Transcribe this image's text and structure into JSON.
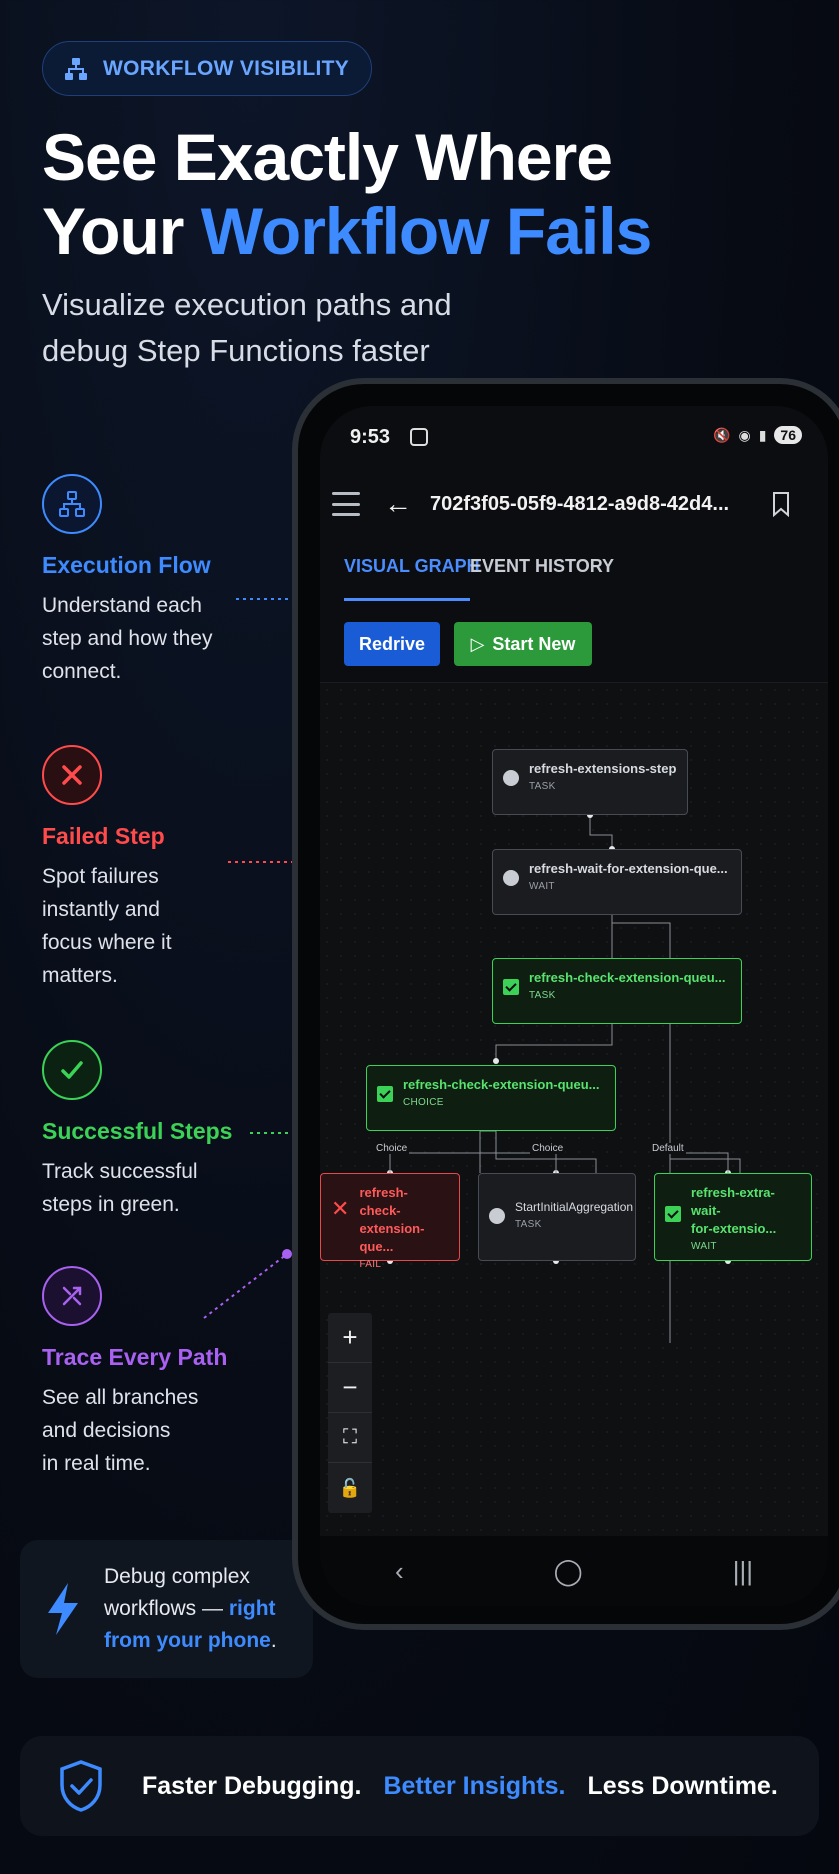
{
  "badge": {
    "label": "WORKFLOW VISIBILITY",
    "icon": "sitemap-icon"
  },
  "headline": {
    "line1": "See Exactly Where",
    "line2_plain": "Your ",
    "line2_accent": "Workflow Fails"
  },
  "subheadline": {
    "line1": "Visualize execution paths and",
    "line2": "debug Step Functions faster"
  },
  "features": [
    {
      "title": "Execution Flow",
      "desc": [
        "Understand each",
        "step and how they",
        "connect."
      ],
      "color": "#3d8bff",
      "icon": "hierarchy-icon"
    },
    {
      "title": "Failed Step",
      "desc": [
        "Spot failures",
        "instantly and",
        "focus where it",
        "matters."
      ],
      "color": "#ff4b4b",
      "icon": "x-icon"
    },
    {
      "title": "Successful Steps",
      "desc": [
        "Track successful",
        "steps in green."
      ],
      "color": "#3bd257",
      "icon": "check-icon"
    },
    {
      "title": "Trace Every Path",
      "desc": [
        "See all branches",
        "and decisions",
        "in real time."
      ],
      "color": "#a861f0",
      "icon": "branch-icon"
    }
  ],
  "callout": {
    "line1": "Debug complex",
    "line2_plain": "workflows — ",
    "line2_accent": "right",
    "line3_accent": "from your phone",
    "line3_end": "."
  },
  "footer": {
    "p1": "Faster Debugging.",
    "p2": "Better Insights.",
    "p3": "Less Downtime."
  },
  "phone": {
    "status": {
      "time": "9:53",
      "battery": "76"
    },
    "appbar": {
      "title": "702f3f05-05f9-4812-a9d8-42d4..."
    },
    "tabs": {
      "active": "VISUAL GRAPH",
      "inactive": "EVENT HISTORY"
    },
    "buttons": {
      "redrive": "Redrive",
      "start_new": "Start New"
    },
    "nodes": {
      "n1": {
        "name": "refresh-extensions-step",
        "type": "TASK",
        "status": "pending"
      },
      "n2": {
        "name": "refresh-wait-for-extension-que...",
        "type": "WAIT",
        "status": "pending"
      },
      "n3": {
        "name": "refresh-check-extension-queu...",
        "type": "TASK",
        "status": "success"
      },
      "n4": {
        "name": "refresh-check-extension-queu...",
        "type": "CHOICE",
        "status": "success"
      },
      "n5": {
        "name1": "refresh-check-",
        "name2": "extension-que...",
        "type": "FAIL",
        "status": "failed"
      },
      "n6": {
        "name": "StartInitialAggregation",
        "type": "TASK",
        "status": "pending"
      },
      "n7": {
        "name1": "refresh-extra-wait-",
        "name2": "for-extensio...",
        "type": "WAIT",
        "status": "success"
      }
    },
    "edge_labels": {
      "e1": "Choice",
      "e2": "Choice",
      "e3": "Default"
    },
    "zoom_controls": {
      "plus": "+",
      "minus": "−",
      "fit": "⛶",
      "lock": "🔓"
    }
  }
}
